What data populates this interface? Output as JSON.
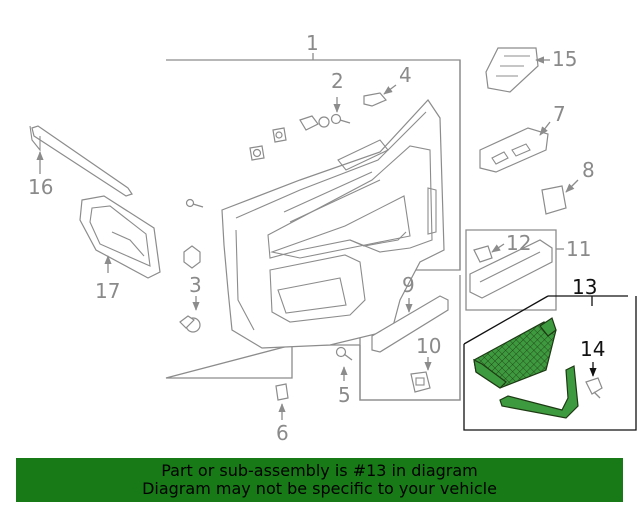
{
  "callouts": {
    "c1": "1",
    "c2": "2",
    "c3": "3",
    "c4": "4",
    "c5": "5",
    "c6": "6",
    "c7": "7",
    "c8": "8",
    "c9": "9",
    "c10": "10",
    "c11": "11",
    "c12": "12",
    "c13": "13",
    "c14": "14",
    "c15": "15",
    "c16": "16",
    "c17": "17"
  },
  "highlight": {
    "part": "13",
    "related": [
      "13",
      "14"
    ],
    "color": "#3e9a3e"
  },
  "banner": {
    "line1": "Part or sub-assembly is #13 in diagram",
    "line2": "Diagram may not be specific to your vehicle",
    "background": "#177a17"
  }
}
